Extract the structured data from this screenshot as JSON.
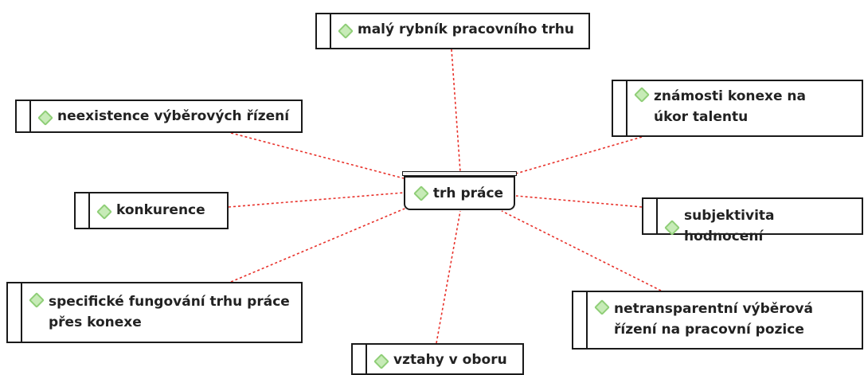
{
  "central_topic": {
    "label": "trh práce",
    "icon": "diamond-icon"
  },
  "topics": [
    {
      "id": "t1",
      "label": "malý rybník pracovního trhu",
      "icon": "diamond-icon"
    },
    {
      "id": "t2",
      "label": "neexistence výběrových řízení",
      "icon": "diamond-icon"
    },
    {
      "id": "t3",
      "label": "známosti konexe na úkor talentu",
      "icon": "diamond-icon"
    },
    {
      "id": "t4",
      "label": "konkurence",
      "icon": "diamond-icon"
    },
    {
      "id": "t5",
      "label": "subjektivita hodnocení",
      "icon": "diamond-icon"
    },
    {
      "id": "t6",
      "label": "specifické fungování trhu práce přes konexe",
      "icon": "diamond-icon"
    },
    {
      "id": "t7",
      "label": "netransparentní výběrová řízení na pracovní pozice",
      "icon": "diamond-icon"
    },
    {
      "id": "t8",
      "label": "vztahy v oboru",
      "icon": "diamond-icon"
    }
  ],
  "colors": {
    "link": "#e8312a",
    "icon_fill": "#c7ebb7",
    "icon_border": "#8fce77",
    "border": "#1a1a1a"
  }
}
